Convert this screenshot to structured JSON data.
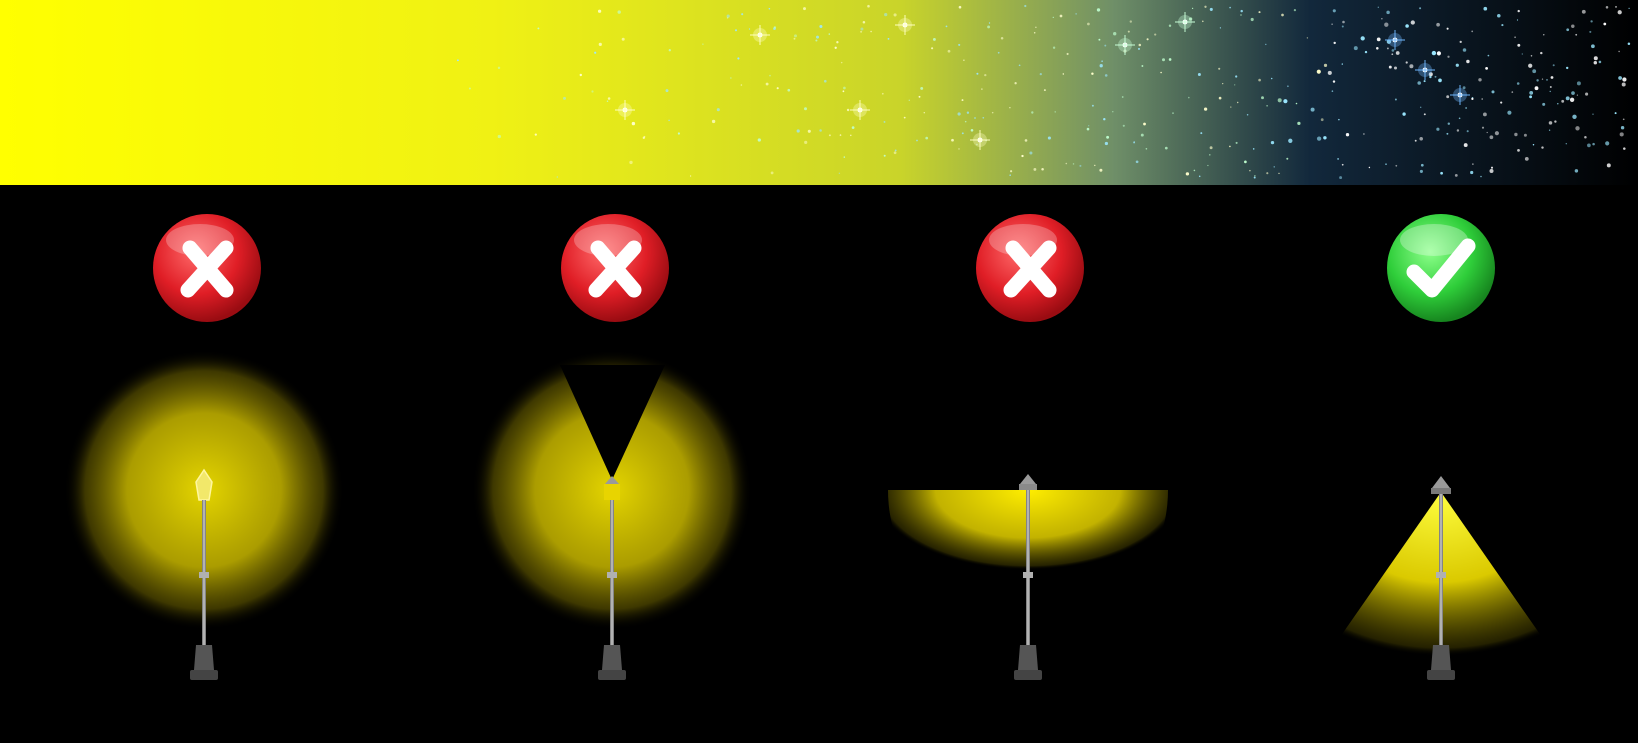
{
  "banner": {
    "gradient_stops": [
      "#ffff00",
      "#eaf012",
      "#c7d52a",
      "#6c8f6a",
      "#14324a",
      "#000000"
    ],
    "star_colors": [
      "#ffffcc",
      "#bfffcf",
      "#9be8ff",
      "#ffffff",
      "#3aa0ff"
    ]
  },
  "panels": [
    {
      "verdict": "incorrect",
      "verdict_icon": "x-mark-icon",
      "badge_color": "#e01e26",
      "light_pattern": "glow-all-directions"
    },
    {
      "verdict": "incorrect",
      "verdict_icon": "x-mark-icon",
      "badge_color": "#e01e26",
      "light_pattern": "glow-with-upward-gap"
    },
    {
      "verdict": "incorrect",
      "verdict_icon": "x-mark-icon",
      "badge_color": "#e01e26",
      "light_pattern": "downward-semicircle"
    },
    {
      "verdict": "correct",
      "verdict_icon": "check-mark-icon",
      "badge_color": "#2fce3a",
      "light_pattern": "downward-cone"
    }
  ],
  "colors": {
    "background": "#000000",
    "light": "#ffee00",
    "pole": "#8c8c8c",
    "icon_fg": "#ffffff"
  }
}
